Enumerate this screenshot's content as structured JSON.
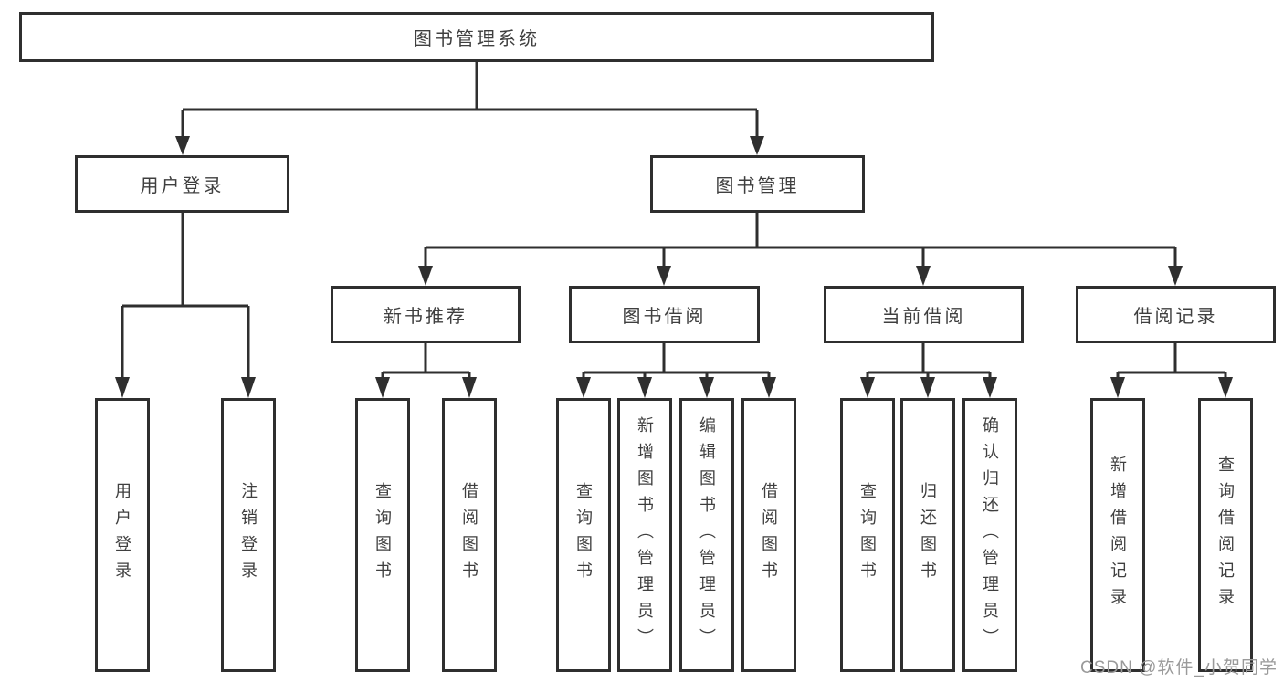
{
  "nodes": {
    "root": "图书管理系统",
    "user_login": "用户登录",
    "book_mgmt": "图书管理",
    "new_book_rec": "新书推荐",
    "book_borrow": "图书借阅",
    "current_borrow": "当前借阅",
    "borrow_record": "借阅记录",
    "leaf_user_login": "用户登录",
    "leaf_logout": "注销登录",
    "leaf_query_book_1": "查询图书",
    "leaf_borrow_book_1": "借阅图书",
    "leaf_query_book_2": "查询图书",
    "leaf_add_book": "新增图书（管理员）",
    "leaf_edit_book": "编辑图书（管理员）",
    "leaf_borrow_book_2": "借阅图书",
    "leaf_query_book_3": "查询图书",
    "leaf_return_book": "归还图书",
    "leaf_confirm_return": "确认归还（管理员）",
    "leaf_add_record": "新增借阅记录",
    "leaf_query_record": "查询借阅记录"
  },
  "watermark": {
    "text": "CSDN @软件_小贺同学"
  },
  "colors": {
    "line": "#2f2f2f",
    "box_border": "#2f2f2f",
    "text": "#3f3f3f",
    "watermark": "#9a9a9a",
    "background": "#ffffff"
  }
}
